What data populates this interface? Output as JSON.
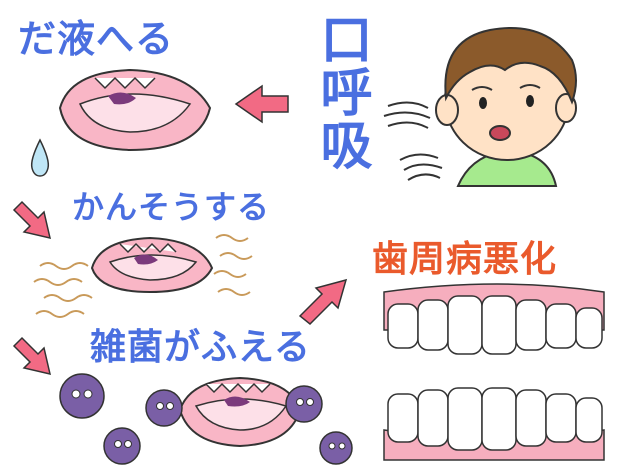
{
  "labels": {
    "drool": "だ液へる",
    "dry": "かんそうする",
    "germs": "雑菌がふえる",
    "mouth_breathing": "口呼吸",
    "gum_disease": "歯周病悪化"
  },
  "colors": {
    "label_blue": "#4a6fe0",
    "label_red": "#ea5a2c",
    "arrow_fill": "#f26a84",
    "germ_purple": "#7a5fa6",
    "gum_pink": "#f6aebe",
    "skin": "#ffe2c6",
    "hair": "#8b5a2b",
    "shirt": "#a6ea8e"
  },
  "icons": [
    "mouth-icon",
    "drool-drop-icon",
    "breath-lines-icon",
    "child-icon",
    "germ-icon",
    "teeth-icon",
    "arrow-icon",
    "dryness-squiggle-icon"
  ]
}
